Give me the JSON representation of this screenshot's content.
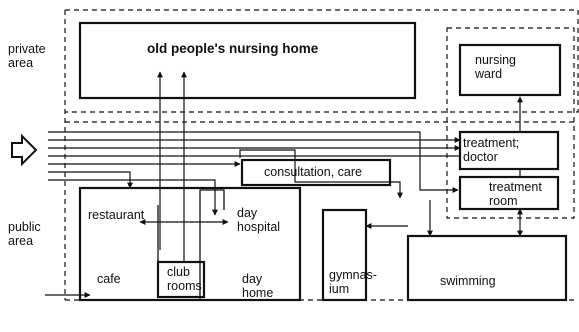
{
  "zones": {
    "private_area": "private\narea",
    "public_area": "public\narea"
  },
  "rooms": {
    "nursing_home": "old people's nursing home",
    "nursing_ward": "nursing\nward",
    "treatment_doctor": "treatment;\ndoctor",
    "consultation_care": "consultation, care",
    "treatment_room": "treatment\nroom",
    "restaurant": "restaurant",
    "day_hospital": "day\nhospital",
    "cafe": "cafe",
    "club_rooms": "club\nrooms",
    "day_home": "day\nhome",
    "gymnasium": "gymnas-\nium",
    "swimming": "swimming"
  },
  "colors": {
    "ink": "#111111",
    "background": "#ffffff"
  },
  "icons": {
    "entrance": "entrance-arrow-icon"
  }
}
